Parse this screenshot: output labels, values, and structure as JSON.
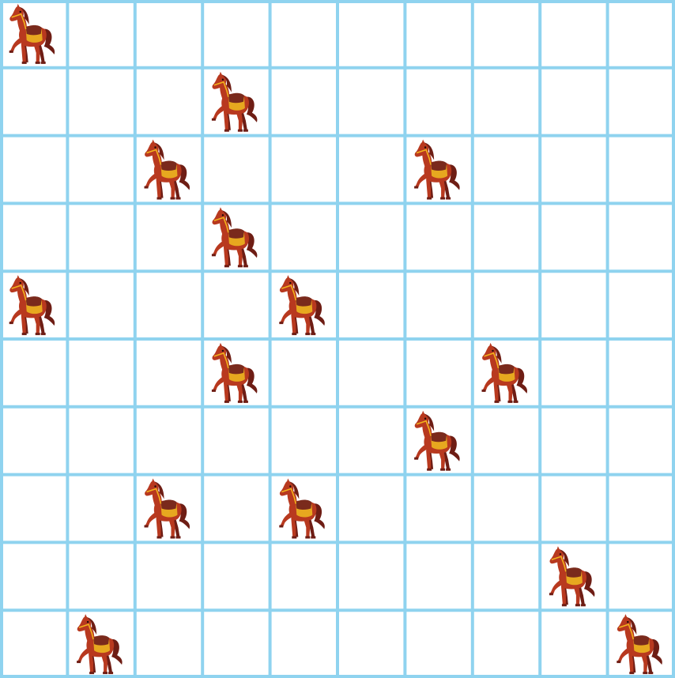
{
  "board": {
    "rows": 10,
    "cols": 10,
    "grid_color": "#8fd3ef",
    "background": "#ffffff",
    "piece_icon": "horse-icon",
    "pieces": [
      {
        "row": 0,
        "col": 0
      },
      {
        "row": 1,
        "col": 3
      },
      {
        "row": 2,
        "col": 2
      },
      {
        "row": 2,
        "col": 6
      },
      {
        "row": 3,
        "col": 3
      },
      {
        "row": 4,
        "col": 0
      },
      {
        "row": 4,
        "col": 4
      },
      {
        "row": 5,
        "col": 3
      },
      {
        "row": 5,
        "col": 7
      },
      {
        "row": 6,
        "col": 6
      },
      {
        "row": 7,
        "col": 2
      },
      {
        "row": 7,
        "col": 4
      },
      {
        "row": 8,
        "col": 8
      },
      {
        "row": 9,
        "col": 1
      },
      {
        "row": 9,
        "col": 9
      }
    ],
    "piece_colors": {
      "body": "#b8391f",
      "mane": "#6e1d14",
      "saddle": "#7a2a1c",
      "blanket": "#e7a81f",
      "tack": "#f2b31c"
    }
  }
}
